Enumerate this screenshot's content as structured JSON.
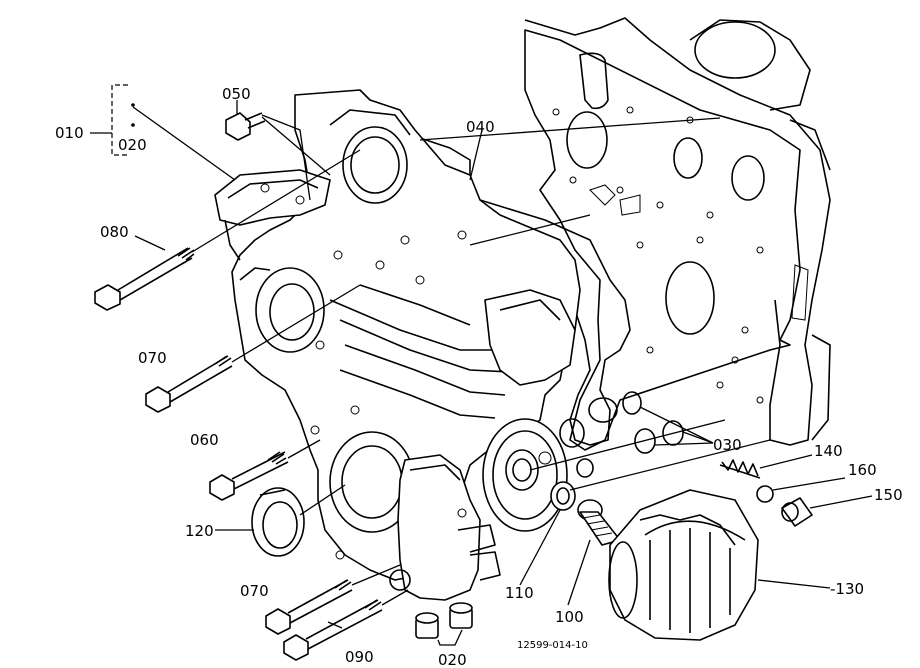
{
  "figure_code": "12599-014-10",
  "callouts": {
    "c010": "010",
    "c020_top": "020",
    "c050": "050",
    "c040": "040",
    "c080": "080",
    "c070_upper": "070",
    "c060": "060",
    "c120": "120",
    "c070_lower": "070",
    "c090": "090",
    "c020_bottom": "020",
    "c110": "110",
    "c100": "100",
    "c030": "030",
    "c140": "140",
    "c160": "160",
    "c150": "150",
    "c130": "-130"
  }
}
